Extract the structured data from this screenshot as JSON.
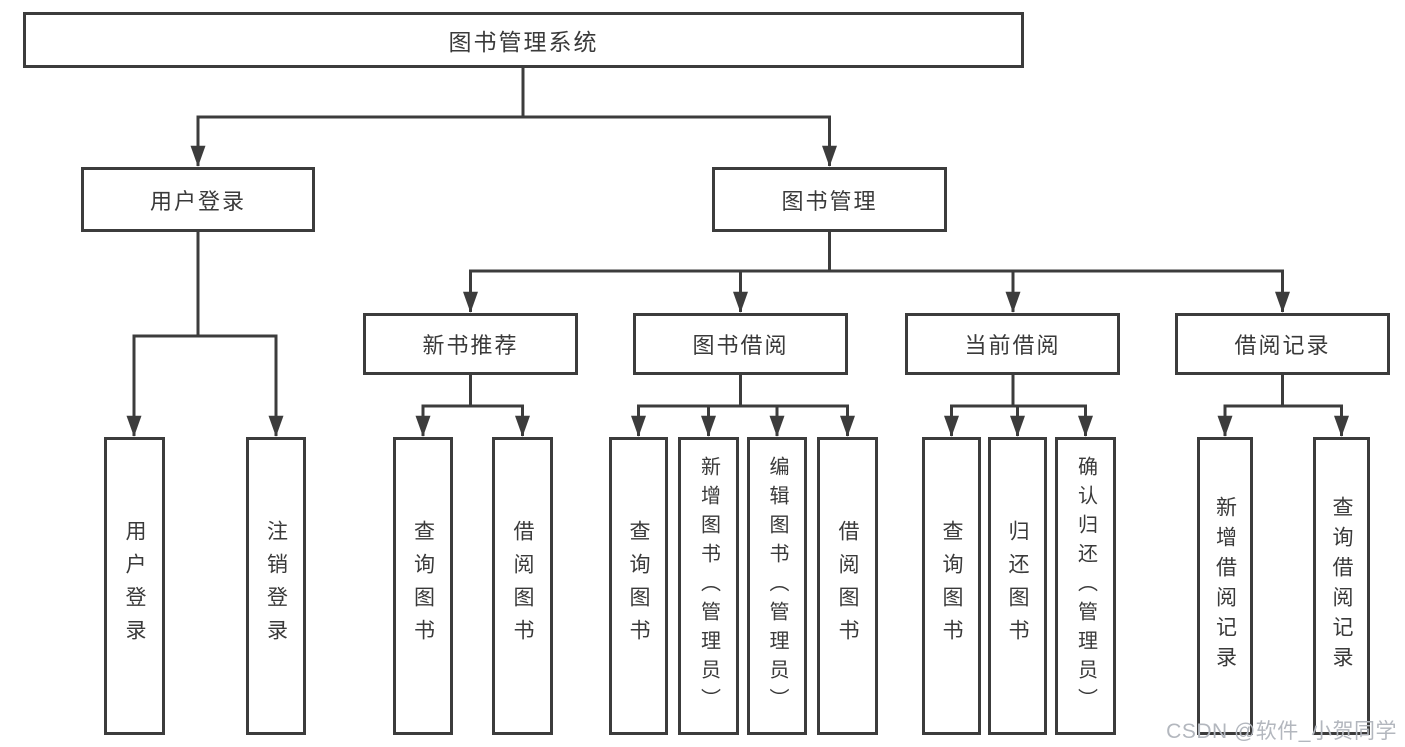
{
  "colors": {
    "background": "#ffffff",
    "line": "#3c3c3c",
    "box_border": "#3c3c3c",
    "text": "#3a3a3a",
    "watermark_text": "#b3b7be"
  },
  "tree": {
    "root": {
      "label": "图书管理系统"
    },
    "level2": [
      {
        "label": "用户登录",
        "children": [
          {
            "label": "用户登录"
          },
          {
            "label": "注销登录"
          }
        ]
      },
      {
        "label": "图书管理",
        "children": [
          {
            "label": "新书推荐",
            "children": [
              {
                "label": "查询图书"
              },
              {
                "label": "借阅图书"
              }
            ]
          },
          {
            "label": "图书借阅",
            "children": [
              {
                "label": "查询图书"
              },
              {
                "label": "新增图书（管理员）"
              },
              {
                "label": "编辑图书（管理员）"
              },
              {
                "label": "借阅图书"
              }
            ]
          },
          {
            "label": "当前借阅",
            "children": [
              {
                "label": "查询图书"
              },
              {
                "label": "归还图书"
              },
              {
                "label": "确认归还（管理员）"
              }
            ]
          },
          {
            "label": "借阅记录",
            "children": [
              {
                "label": "新增借阅记录"
              },
              {
                "label": "查询借阅记录"
              }
            ]
          }
        ]
      }
    ]
  },
  "watermark": {
    "text": "CSDN @软件_小贺同学"
  }
}
